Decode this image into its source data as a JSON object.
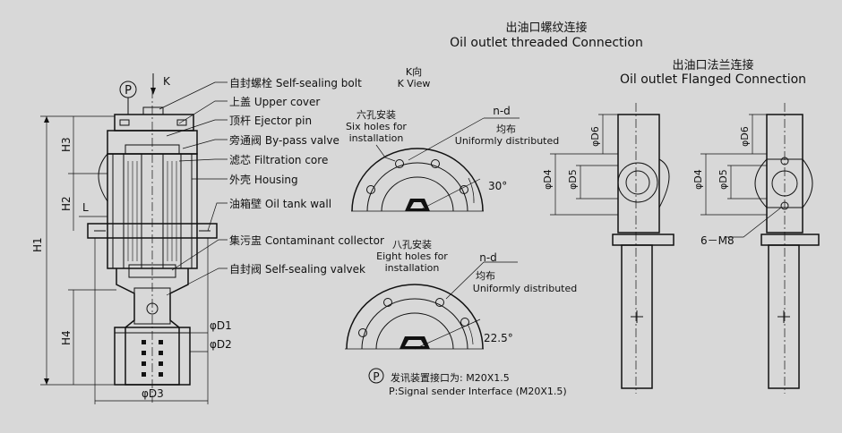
{
  "titles": {
    "threaded_cn": "出油口螺纹连接",
    "threaded_en": "Oil outlet threaded Connection",
    "flanged_cn": "出油口法兰连接",
    "flanged_en": "Oil outlet Flanged Connection"
  },
  "kview": {
    "cn": "K向",
    "en": "K View"
  },
  "labels": {
    "P": "P",
    "K": "K",
    "H1": "H1",
    "H2": "H2",
    "H3": "H3",
    "H4": "H4",
    "L": "L",
    "D1": "φD1",
    "D2": "φD2",
    "D3": "φD3",
    "D4": "φD4",
    "D5": "φD5",
    "D6": "φD6",
    "M8": "6－M8"
  },
  "callouts": [
    {
      "cn": "自封螺栓",
      "en": "Self-sealing bolt"
    },
    {
      "cn": "上盖",
      "en": "Upper cover"
    },
    {
      "cn": "顶杆",
      "en": "Ejector pin"
    },
    {
      "cn": "旁通阀",
      "en": "By-pass valve"
    },
    {
      "cn": "滤芯",
      "en": "Filtration core"
    },
    {
      "cn": "外壳",
      "en": "Housing"
    },
    {
      "cn": "油箱壁",
      "en": "Oil tank wall"
    },
    {
      "cn": "集污盅",
      "en": "Contaminant collector"
    },
    {
      "cn": "自封阀",
      "en": "Self-sealing valvek"
    }
  ],
  "six_holes": {
    "cn": "六孔安装",
    "en1": "Six holes for",
    "en2": "installation",
    "nd": "n-d",
    "uni_cn": "均布",
    "uni_en": "Uniformly distributed",
    "angle": "30°"
  },
  "eight_holes": {
    "cn": "八孔安装",
    "en1": "Eight holes for",
    "en2": "installation",
    "nd": "n-d",
    "uni_cn": "均布",
    "uni_en": "Uniformly distributed",
    "angle": "22.5°"
  },
  "signal": {
    "P": "P",
    "cn": "发讯装置接口为: M20X1.5",
    "en": "P:Signal sender Interface (M20X1.5)"
  }
}
